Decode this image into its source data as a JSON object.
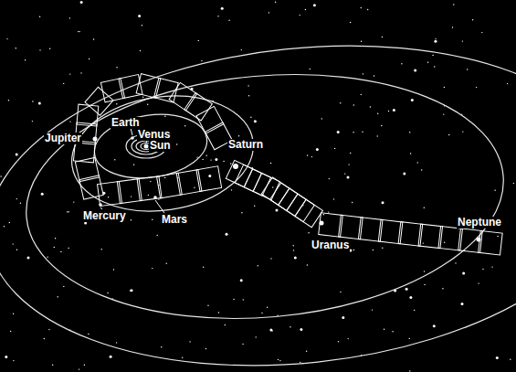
{
  "diagram": {
    "labels": [
      "Jupiter",
      "Earth",
      "Venus",
      "Sun",
      "Saturn",
      "Mercury",
      "Mars",
      "Uranus",
      "Neptune"
    ]
  }
}
